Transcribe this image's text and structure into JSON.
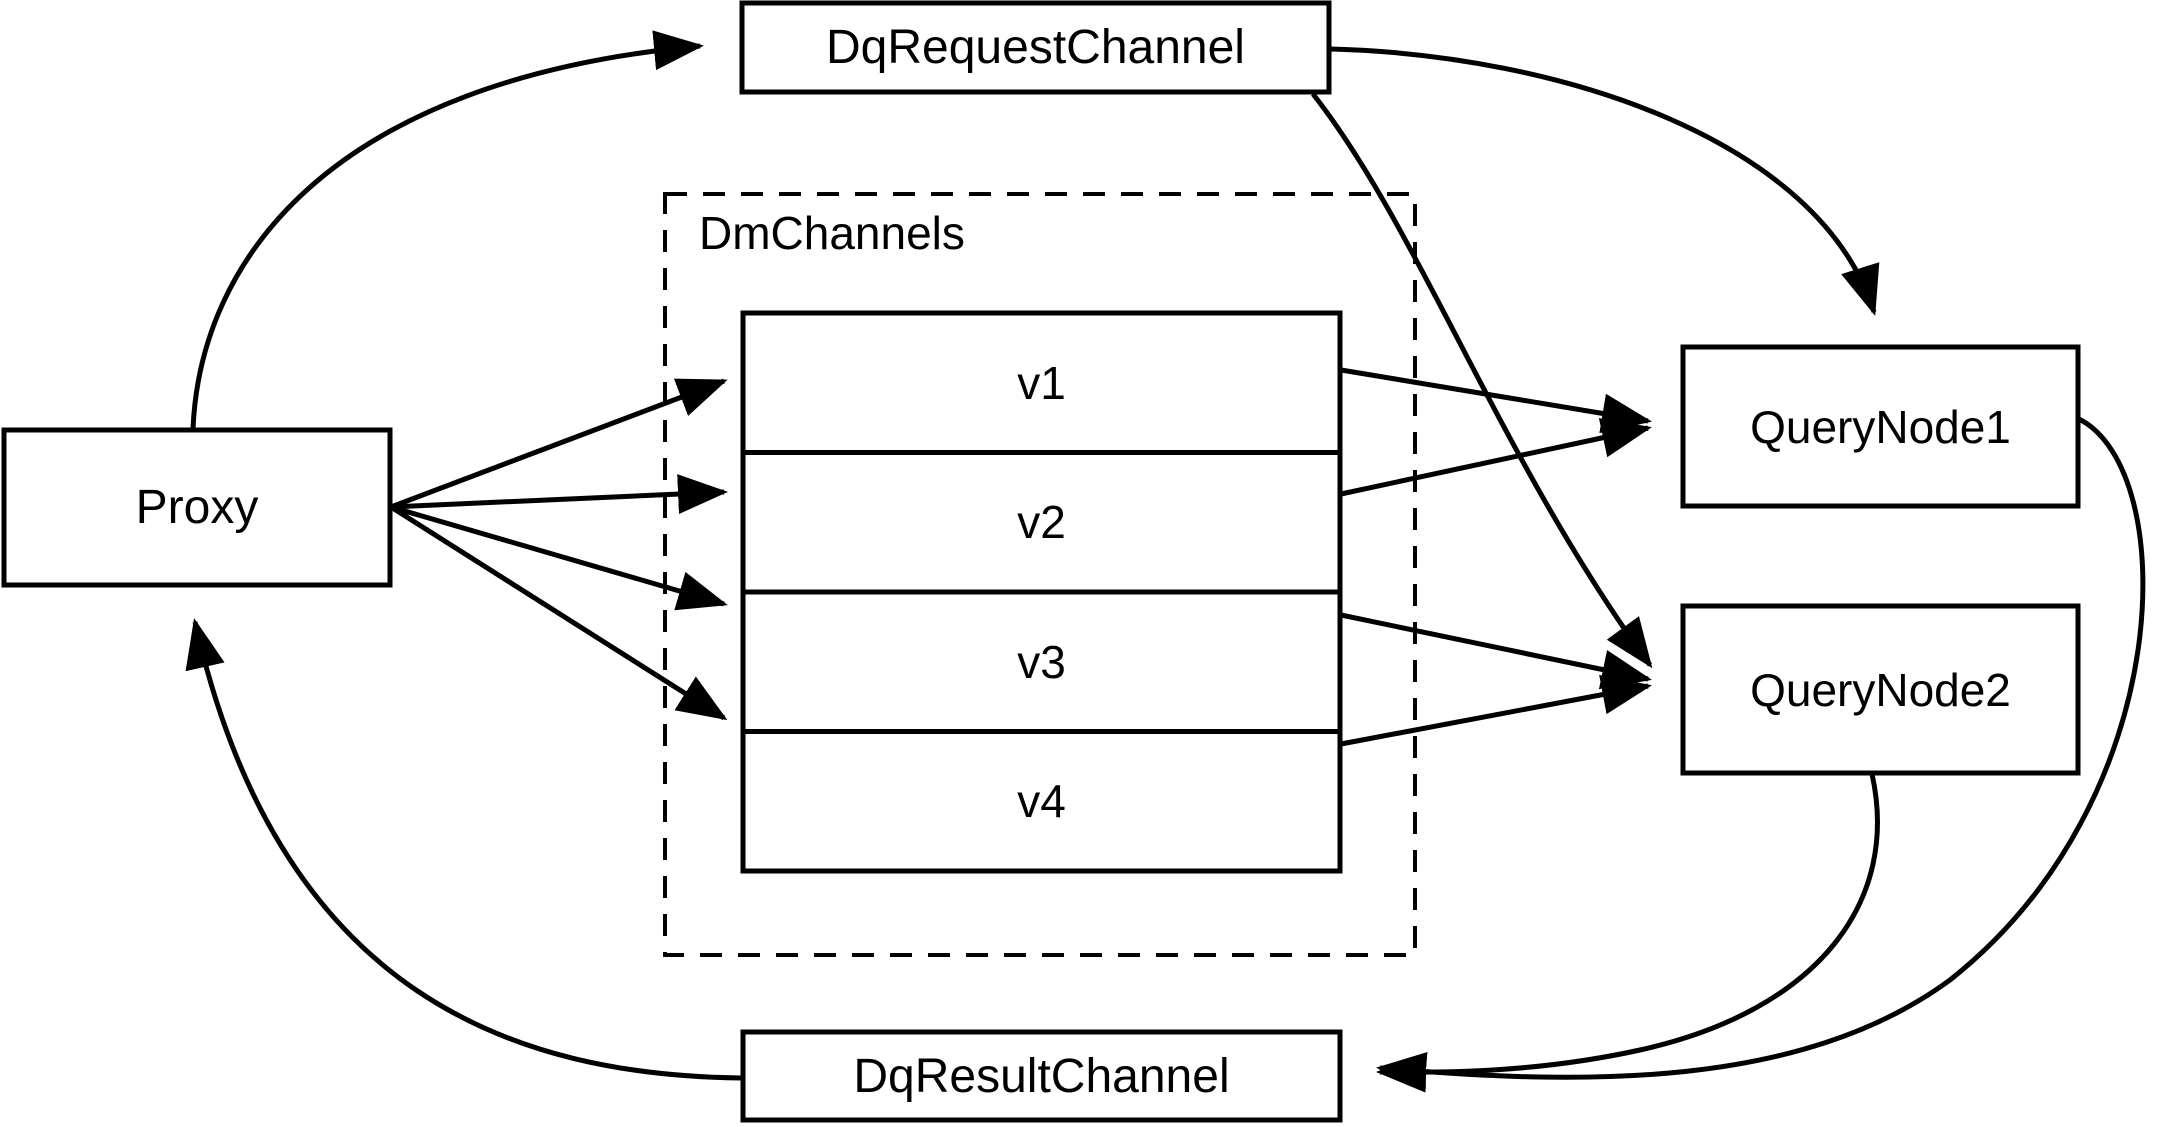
{
  "diagram": {
    "title": "Milvus distributed query channel flow",
    "background_color": "#ffffff",
    "stroke_color": "#000000",
    "text_color": "#000000",
    "nodes": {
      "dq_request_channel": {
        "label": "DqRequestChannel"
      },
      "proxy": {
        "label": "Proxy"
      },
      "dm_channels_group": {
        "label": "DmChannels"
      },
      "v1": {
        "label": "v1"
      },
      "v2": {
        "label": "v2"
      },
      "v3": {
        "label": "v3"
      },
      "v4": {
        "label": "v4"
      },
      "query_node_1": {
        "label": "QueryNode1"
      },
      "query_node_2": {
        "label": "QueryNode2"
      },
      "dq_result_channel": {
        "label": "DqResultChannel"
      }
    },
    "edges": [
      {
        "from": "proxy",
        "to": "dq_request_channel",
        "style": "curved",
        "arrow": "end"
      },
      {
        "from": "proxy",
        "to": "v1",
        "style": "straight",
        "arrow": "end"
      },
      {
        "from": "proxy",
        "to": "v2",
        "style": "straight",
        "arrow": "end"
      },
      {
        "from": "proxy",
        "to": "v3",
        "style": "straight",
        "arrow": "end"
      },
      {
        "from": "proxy",
        "to": "v4",
        "style": "straight",
        "arrow": "end"
      },
      {
        "from": "dq_request_channel",
        "to": "query_node_1",
        "style": "curved",
        "arrow": "end"
      },
      {
        "from": "dq_request_channel",
        "to": "query_node_2",
        "style": "curved",
        "arrow": "end"
      },
      {
        "from": "v1",
        "to": "query_node_1",
        "style": "straight",
        "arrow": "end"
      },
      {
        "from": "v2",
        "to": "query_node_1",
        "style": "straight",
        "arrow": "end"
      },
      {
        "from": "v3",
        "to": "query_node_2",
        "style": "straight",
        "arrow": "end"
      },
      {
        "from": "v4",
        "to": "query_node_2",
        "style": "straight",
        "arrow": "end"
      },
      {
        "from": "query_node_1",
        "to": "dq_result_channel",
        "style": "curved",
        "arrow": "end"
      },
      {
        "from": "query_node_2",
        "to": "dq_result_channel",
        "style": "curved",
        "arrow": "end"
      },
      {
        "from": "dq_result_channel",
        "to": "proxy",
        "style": "curved",
        "arrow": "end"
      }
    ]
  }
}
